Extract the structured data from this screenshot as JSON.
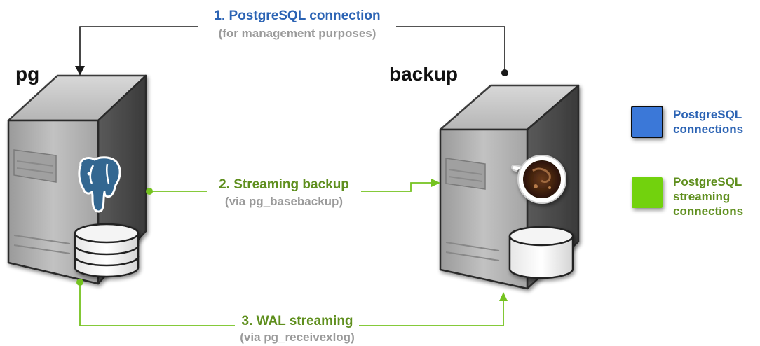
{
  "servers": {
    "left": {
      "name": "pg"
    },
    "right": {
      "name": "backup"
    }
  },
  "connections": [
    {
      "title": "1. PostgreSQL connection",
      "subtitle": "(for management purposes)",
      "color": "#1a1a1a"
    },
    {
      "title": "2. Streaming backup",
      "subtitle": "(via pg_basebackup)",
      "color": "#74c21f"
    },
    {
      "title": "3. WAL streaming",
      "subtitle": "(via pg_receivexlog)",
      "color": "#74c21f"
    }
  ],
  "legend": {
    "items": [
      {
        "label_line1": "PostgreSQL",
        "label_line2": "connections",
        "label_line3": "",
        "color": "#3b78d8",
        "text_color": "#2b63b4"
      },
      {
        "label_line1": "PostgreSQL",
        "label_line2": "streaming",
        "label_line3": "connections",
        "color": "#72d20a",
        "text_color": "#5f8f1e"
      }
    ]
  },
  "icons": {
    "left_server": "server-tower-icon",
    "postgres": "postgresql-elephant-icon",
    "left_db": "database-stack-icon",
    "right_server": "server-tower-icon",
    "coffee": "coffee-cup-icon",
    "right_db": "database-cylinder-icon"
  }
}
